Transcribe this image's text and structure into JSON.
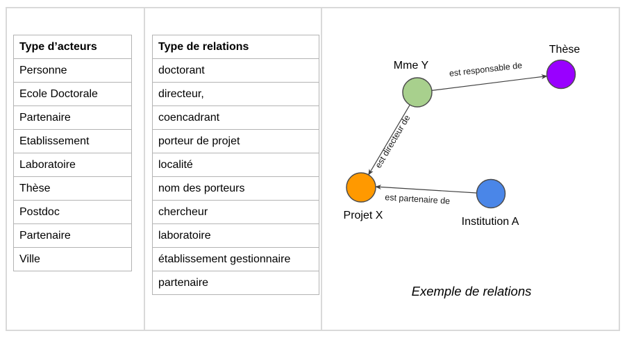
{
  "actors_table": {
    "header": "Type d’acteurs",
    "rows": [
      "Personne",
      "Ecole Doctorale",
      "Partenaire",
      "Etablissement",
      "Laboratoire",
      "Thèse",
      "Postdoc",
      "Partenaire",
      "Ville"
    ]
  },
  "relations_table": {
    "header": "Type de relations",
    "rows": [
      "doctorant",
      "directeur,",
      "coencadrant",
      "porteur de projet",
      "localité",
      "nom des porteurs",
      "chercheur",
      "laboratoire",
      "établissement gestionnaire",
      "partenaire"
    ]
  },
  "diagram": {
    "caption": "Exemple de relations",
    "nodes": [
      {
        "id": "mme-y",
        "label": "Mme Y",
        "color": "#a8d08d"
      },
      {
        "id": "these",
        "label": "Thèse",
        "color": "#9900ff"
      },
      {
        "id": "projet-x",
        "label": "Projet X",
        "color": "#ff9900"
      },
      {
        "id": "institution-a",
        "label": "Institution A",
        "color": "#4a86e8"
      }
    ],
    "edges": [
      {
        "from": "Mme Y",
        "to": "Thèse",
        "label": "est responsable de"
      },
      {
        "from": "Mme Y",
        "to": "Projet X",
        "label": "est directeur de"
      },
      {
        "from": "Institution A",
        "to": "Projet X",
        "label": "est partenaire de"
      }
    ]
  },
  "colors": {
    "panel_border": "#d9d9d9",
    "table_border": "#b3b3b3",
    "node_outline": "#4d4d4d",
    "edge_line": "#404040"
  }
}
